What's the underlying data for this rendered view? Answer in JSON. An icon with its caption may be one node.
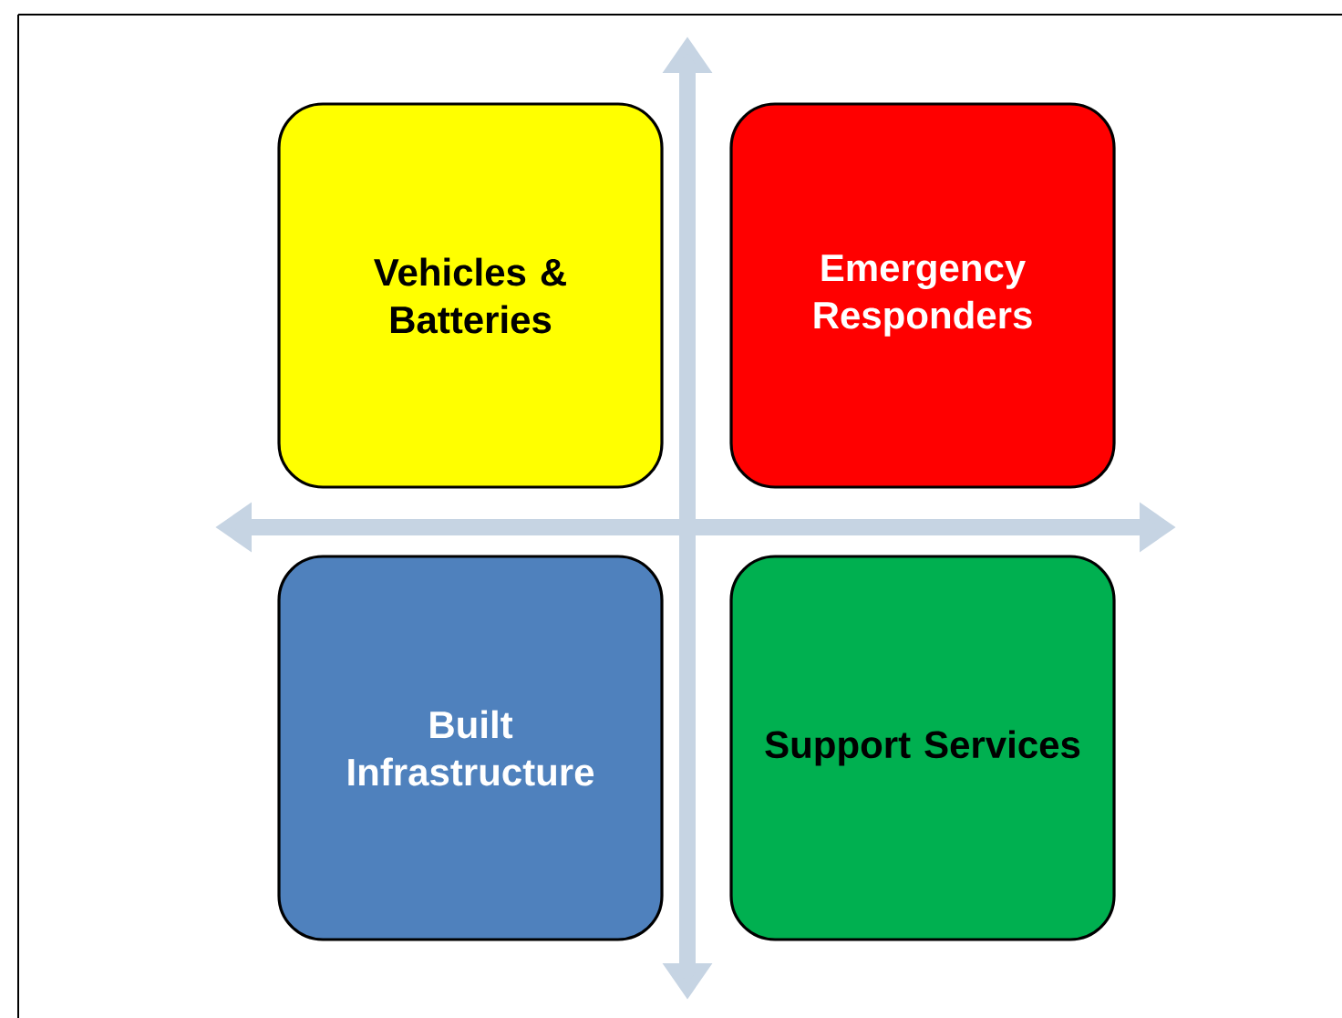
{
  "diagram": {
    "nodes": [
      {
        "text": [
          "Vehicles & Batteries"
        ]
      },
      {
        "text": [
          "Emergency Responders"
        ]
      },
      {
        "text": [
          "Built Infrastructure"
        ]
      },
      {
        "text": [
          "Support Services"
        ]
      }
    ]
  }
}
